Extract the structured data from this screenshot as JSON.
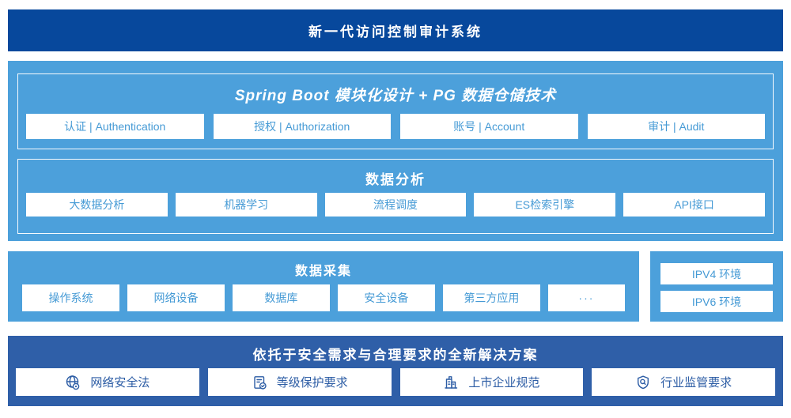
{
  "banner": {
    "title": "新一代访问控制审计系统"
  },
  "platform": {
    "modules": {
      "title": "Spring Boot 模块化设计 + PG 数据仓储技术",
      "items": [
        "认证 | Authentication",
        "授权 | Authorization",
        "账号 | Account",
        "审计 | Audit"
      ]
    },
    "analysis": {
      "title": "数据分析",
      "items": [
        "大数据分析",
        "机器学习",
        "流程调度",
        "ES检索引擎",
        "API接口"
      ]
    }
  },
  "collection": {
    "title": "数据采集",
    "items": [
      "操作系统",
      "网络设备",
      "数据库",
      "安全设备",
      "第三方应用",
      "···"
    ]
  },
  "environments": {
    "items": [
      "IPV4 环境",
      "IPV6 环境"
    ]
  },
  "solution": {
    "title": "依托于安全需求与合理要求的全新解决方案",
    "items": [
      {
        "icon": "globe-location-icon",
        "label": "网络安全法"
      },
      {
        "icon": "document-check-icon",
        "label": "等级保护要求"
      },
      {
        "icon": "building-icon",
        "label": "上市企业规范"
      },
      {
        "icon": "shield-search-icon",
        "label": "行业监管要求"
      }
    ]
  },
  "colors": {
    "banner_bg": "#07489C",
    "section_bg": "#4CA0DB",
    "solution_bg": "#2F5FA8",
    "box_text_light": "#459AD5",
    "box_text_dark": "#2D5DA5",
    "box_bg": "#FFFFFF"
  }
}
